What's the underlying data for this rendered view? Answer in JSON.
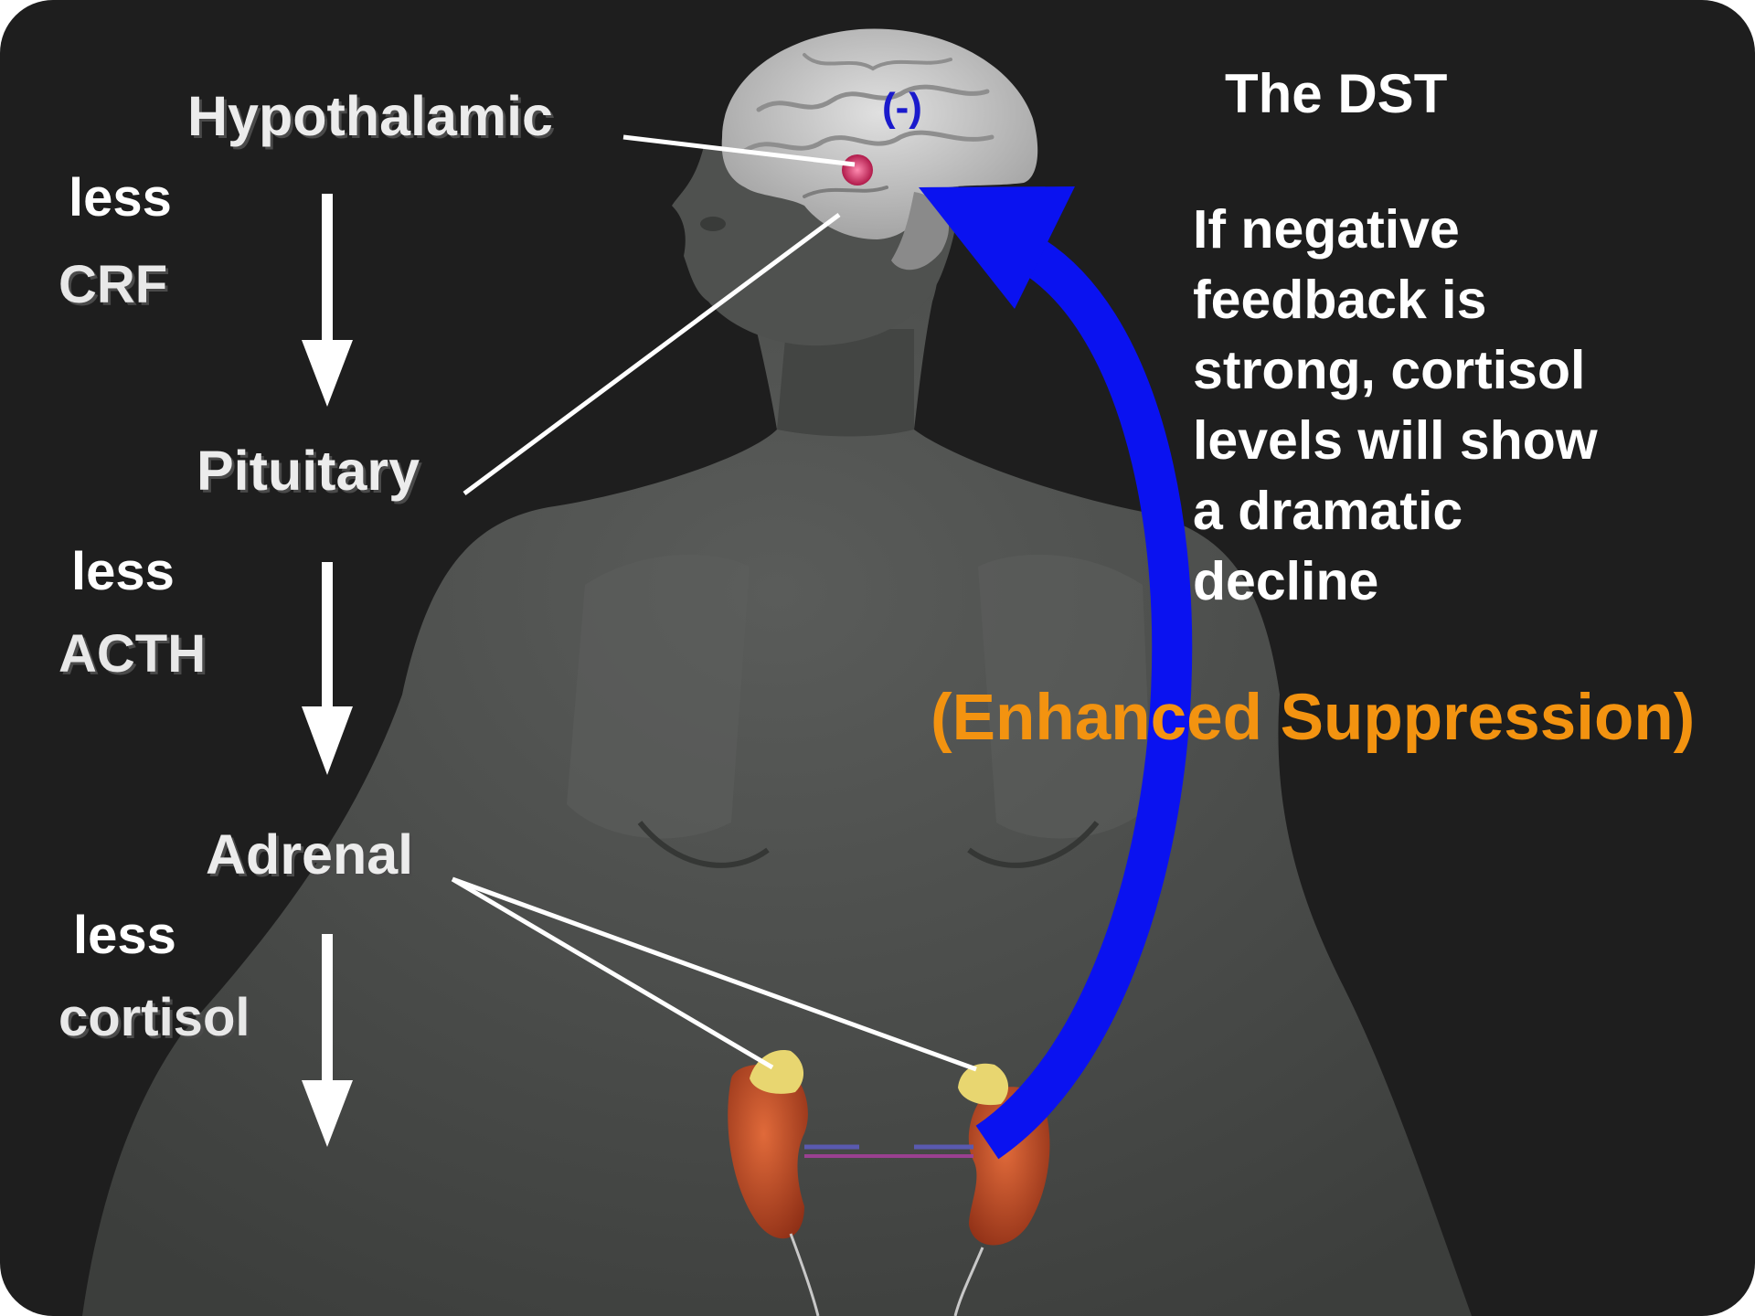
{
  "colors": {
    "background": "#1e1e1e",
    "body": "#4a4c4a",
    "brain": "#c9c9c9",
    "feedback_arrow": "#0a12f0",
    "minus_sign": "#1a1acc",
    "enhanced_suppression": "#f39310",
    "kidney": "#c85026",
    "adrenal_gland": "#e8d670",
    "hypothalamus_marker": "#e0306a",
    "text": "#ffffff"
  },
  "icons": {
    "body": "human-torso-silhouette-icon",
    "brain": "brain-icon",
    "feedback": "curved-feedback-arrow-icon",
    "kidneys": "kidney-icon",
    "adrenals": "adrenal-gland-icon",
    "cascade": "down-arrow-icon"
  },
  "organs": {
    "hypothalamic": "Hypothalamic",
    "pituitary": "Pituitary",
    "adrenal": "Adrenal"
  },
  "hormones": {
    "crf": {
      "qualifier": "less",
      "name": "CRF"
    },
    "acth": {
      "qualifier": "less",
      "name": "ACTH"
    },
    "cortisol": {
      "qualifier": "less",
      "name": "cortisol"
    }
  },
  "feedback": {
    "sign": "(-)",
    "effect": "(Enhanced Suppression)"
  },
  "dst": {
    "title": "The DST",
    "explanation_lines": [
      "If negative",
      "feedback is",
      "strong, cortisol",
      "levels will show",
      "a dramatic",
      "decline"
    ]
  }
}
